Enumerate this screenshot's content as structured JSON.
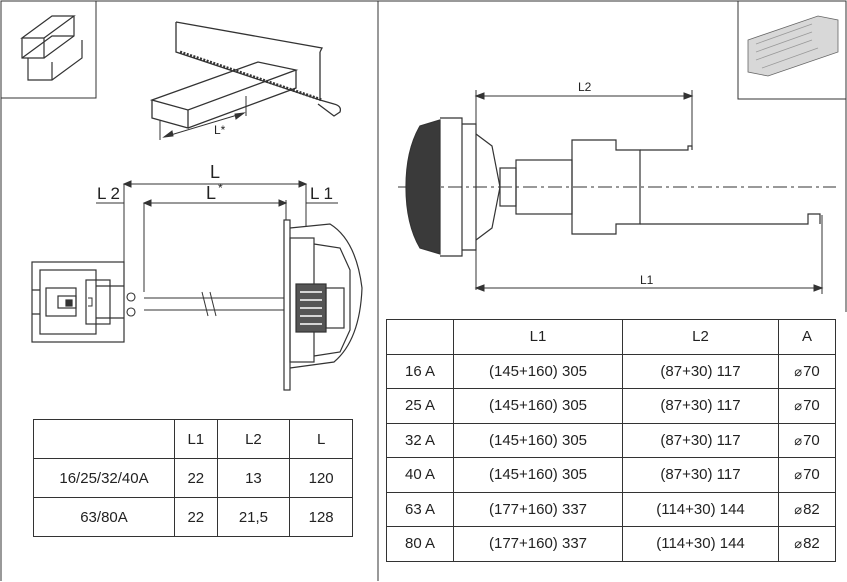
{
  "left": {
    "top_dim": "L*",
    "labels": {
      "L": "L",
      "L_star": "L",
      "star": "*",
      "L1": "L 1",
      "L2": "L 2"
    },
    "table": {
      "headers": [
        "",
        "L1",
        "L2",
        "L"
      ],
      "rows": [
        [
          "16/25/32/40A",
          "22",
          "13",
          "120"
        ],
        [
          "63/80A",
          "22",
          "21,5",
          "128"
        ]
      ]
    }
  },
  "right": {
    "labels": {
      "L1": "L1",
      "L2": "L2"
    },
    "dia_symbol": "⌀",
    "table": {
      "headers": [
        "",
        "L1",
        "L2",
        "A"
      ],
      "rows": [
        [
          "16 A",
          "(145+160) 305",
          "(87+30) 117",
          "70"
        ],
        [
          "25 A",
          "(145+160) 305",
          "(87+30) 117",
          "70"
        ],
        [
          "32 A",
          "(145+160) 305",
          "(87+30) 117",
          "70"
        ],
        [
          "40 A",
          "(145+160) 305",
          "(87+30) 117",
          "70"
        ],
        [
          "63 A",
          "(177+160) 337",
          "(114+30) 144",
          "82"
        ],
        [
          "80 A",
          "(177+160) 337",
          "(114+30) 144",
          "82"
        ]
      ]
    }
  }
}
